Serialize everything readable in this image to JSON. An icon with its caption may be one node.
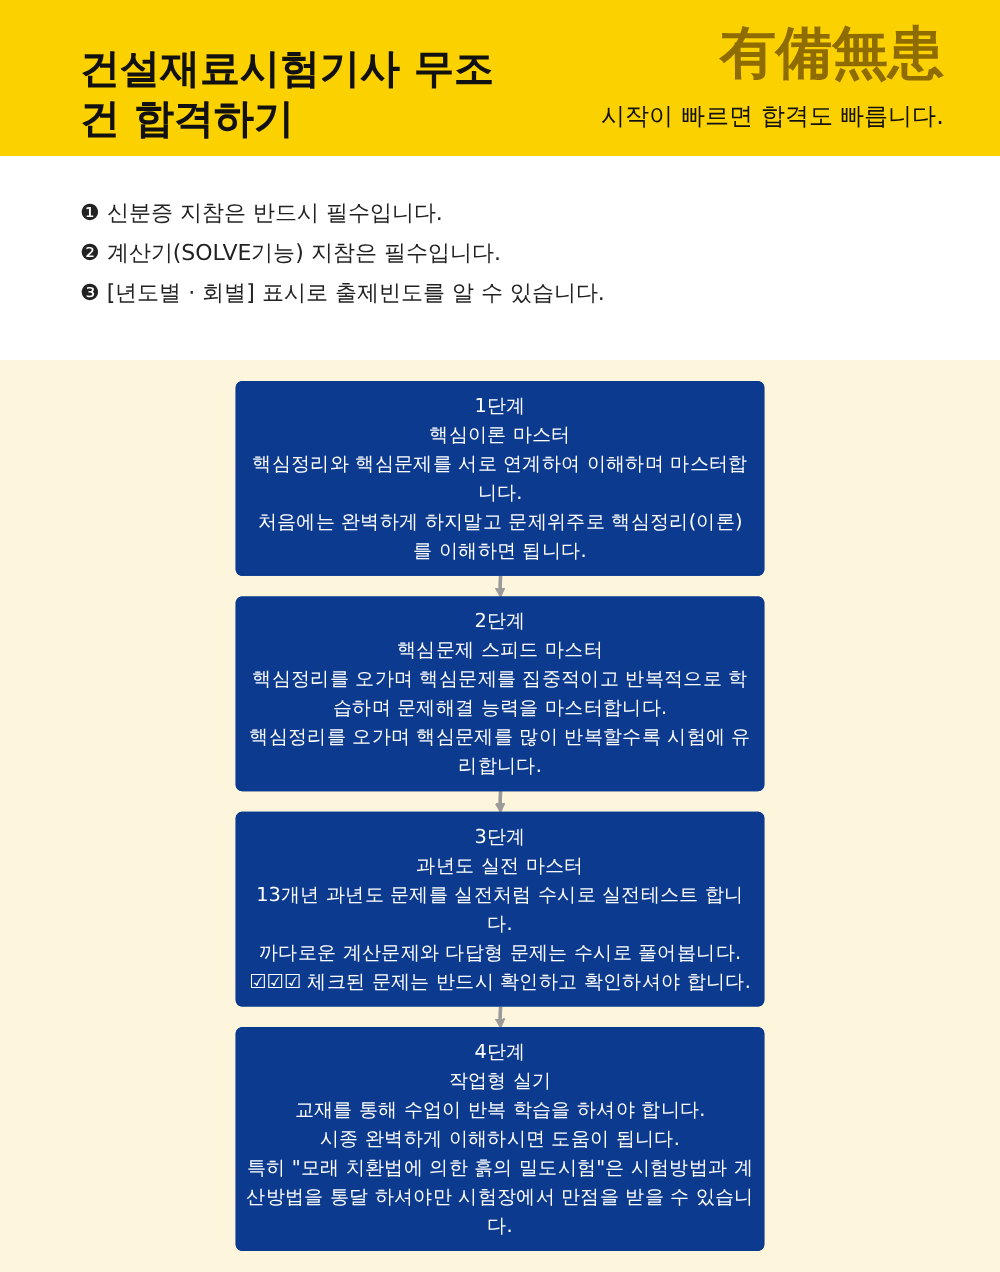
{
  "diagram": {
    "title": "건설재료시험기사 무조건 합격하기",
    "nodes": [
      {
        "text": [
          "1단계",
          "핵심이론 마스터",
          "핵심정리와 핵심문제를 서로 연계하여 이해하며 마스터합니다.",
          "처음에는 완벽하게 하지말고 문제위주로 핵심정리(이론)를 이해하면 됩니다."
        ]
      },
      {
        "text": [
          "2단계",
          "핵심문제 스피드 마스터",
          "핵심정리를 오가며 핵심문제를 집중적이고 반복적으로 학습하며 문제해결 능력을 마스터합니다.",
          "핵심정리를 오가며 핵심문제를 많이 반복할수록 시험에 유리합니다."
        ]
      },
      {
        "text": [
          "3단계",
          "과년도 실전 마스터",
          "13개년 과년도 문제를 실전처럼 수시로 실전테스트 합니다.",
          "까다로운 계산문제와 다답형 문제는 수시로 풀어봅니다.",
          "☑☑☑ 체크된 문제는 반드시 확인하고 확인하셔야 합니다."
        ]
      },
      {
        "text": [
          "4단계",
          "작업형 실기",
          "교재를 통해 수업이 반복 학습을 하셔야 합니다.",
          "시종 완벽하게 이해하시면 도움이 됩니다.",
          "특히 \"모래 치환법에 의한 흙의 밀도시험\"은 시험방법과 계산방법을 통달 하셔야만 시험장에서 만점을 받을 수 있습니다."
        ]
      }
    ],
    "edges": [
      {
        "from": 0,
        "to": 1,
        "arrow": "to"
      },
      {
        "from": 1,
        "to": 2,
        "arrow": "to"
      },
      {
        "from": 2,
        "to": 3,
        "arrow": "to"
      }
    ],
    "labels": [
      "有備無患",
      "시작이 빠르면 합격도 빠릅니다.",
      "❶ 신분증 지참은 반드시 필수입니다.",
      "❷ 계산기(SOLVE기능) 지참은 필수입니다.",
      "❸ [년도별 · 회별] 표시로 출제빈도를 알 수 있습니다."
    ]
  }
}
